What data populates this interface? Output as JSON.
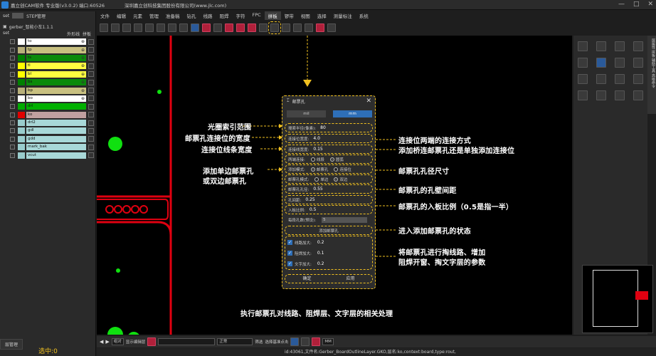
{
  "titlebar": {
    "app_title": "嘉立创CAM软件 专业版(v3.0.2) 端口:60526",
    "company": "深圳嘉立创科技集团股份有限公司(www.jlc.com)",
    "min": "—",
    "max": "□",
    "close": "✕"
  },
  "menu": [
    "文件",
    "编辑",
    "元素",
    "管理",
    "准备稿",
    "钻孔",
    "线路",
    "阻焊",
    "字符",
    "FPC",
    "拼板",
    "锣带",
    "视图",
    "选择",
    "测量标注",
    "系统"
  ],
  "menu_active_index": 10,
  "leftpanel": {
    "tab_set": "set",
    "tab_step": "STEP管理",
    "file": "gerber_智能小车1.1.1",
    "hdr_set": "set",
    "hdr_outline": "外形线",
    "hdr_panel": "拼板",
    "layers": [
      {
        "name": "to",
        "color": "#ffffff",
        "label_bg": "#ffffff"
      },
      {
        "name": "tp",
        "color": "#b8b07a",
        "label_bg": "#c8c080"
      },
      {
        "name": "ts",
        "color": "#008000",
        "label_bg": "#0a8a0a"
      },
      {
        "name": "tl",
        "color": "#ffff00",
        "label_bg": "#ffff40"
      },
      {
        "name": "bl",
        "color": "#ffff00",
        "label_bg": "#ffff40"
      },
      {
        "name": "bs",
        "color": "#008000",
        "label_bg": "#0a8a0a"
      },
      {
        "name": "bp",
        "color": "#b8b07a",
        "label_bg": "#c8c080"
      },
      {
        "name": "bo",
        "color": "#ffffff",
        "label_bg": "#ffffff"
      },
      {
        "name": "drl",
        "color": "#00aa00",
        "label_bg": "#00b000"
      },
      {
        "name": "ko",
        "color": "#e00000",
        "label_bg": "#c0a0a0"
      },
      {
        "name": "drl2",
        "color": "#99cccc",
        "label_bg": "#a8d8d8"
      },
      {
        "name": "gdl",
        "color": "#99cccc",
        "label_bg": "#a8d8d8"
      },
      {
        "name": "gdd",
        "color": "#99cccc",
        "label_bg": "#a8d8d8"
      },
      {
        "name": "mark_bak",
        "color": "#99cccc",
        "label_bg": "#a8d8d8"
      },
      {
        "name": "vcut",
        "color": "#99cccc",
        "label_bg": "#a8d8d8"
      }
    ],
    "layer_manage": "层管理",
    "selected": "选中:0"
  },
  "dialog": {
    "title": "邮票孔",
    "close": "✕",
    "unit_mil": "mil",
    "unit_mm": "mm",
    "search_radius_label": "搜索半径(像素):",
    "search_radius": "80",
    "conn_width_label": "连接位宽度:",
    "conn_width": "4.0",
    "line_width_label": "连接线宽度:",
    "line_width": "0.15",
    "both_ends_label": "两端连接:",
    "opt_line": "线段",
    "opt_arc": "圆弧",
    "add_mode_label": "添加模式:",
    "opt_stamp": "邮票孔",
    "opt_conn": "连接位",
    "edge_mode_label": "邮票孔模式:",
    "opt_single": "单边",
    "opt_double": "双边",
    "hole_dia_label": "邮票孔孔径:",
    "hole_dia": "0.55",
    "hole_gap_label": "孔间距:",
    "hole_gap": "0.25",
    "inset_label": "入板比例:",
    "inset": "0.5",
    "count_label": "每段孔数(预设):",
    "count": "5",
    "add_btn": "添加邮票孔",
    "ck_line_label": "线路加大:",
    "ck_line": "0.2",
    "ck_mask_label": "阻焊加大:",
    "ck_mask": "0.1",
    "ck_text_label": "文字加大:",
    "ck_text": "0.2",
    "ok": "确定",
    "apply": "应用"
  },
  "annotations": {
    "a1": "光圈索引范围",
    "a2": "邮票孔连接位的宽度",
    "a3": "连接位线条宽度",
    "a4": "添加单边邮票孔",
    "a5": "或双边邮票孔",
    "a6": "执行邮票孔对线路、阻焊层、文字层的相关处理",
    "b1": "连接位两端的连接方式",
    "b2": "添加桥连邮票孔还是单独添加连接位",
    "b3": "邮票孔孔径尺寸",
    "b4": "邮票孔的孔壁间距",
    "b5": "邮票孔的入板比例（0.5是指一半）",
    "b6": "进入添加邮票孔的状态",
    "b7": "将邮票孔进行掏线路、增加",
    "b8": "阻焊开窗、掏文字层的参数"
  },
  "rightpanel": {
    "side_tab": "层属性 拼板 辅助工具 高级命令"
  },
  "bottombar": {
    "zoom_label": "组对",
    "display_label": "显示编辑层",
    "mode": "正常",
    "unit": "MM",
    "btn1": "筛选",
    "btn2": "选择基准点击"
  },
  "status": "id:43061,文件名:Gerber_BoardOutlineLayer.GKO,层名:ko,context:board,type:rout,",
  "colors": {
    "accent": "#f0c020",
    "pcb_red": "#e00010",
    "pad_green": "#10e010",
    "selection_blue": "#2e6fb8"
  }
}
